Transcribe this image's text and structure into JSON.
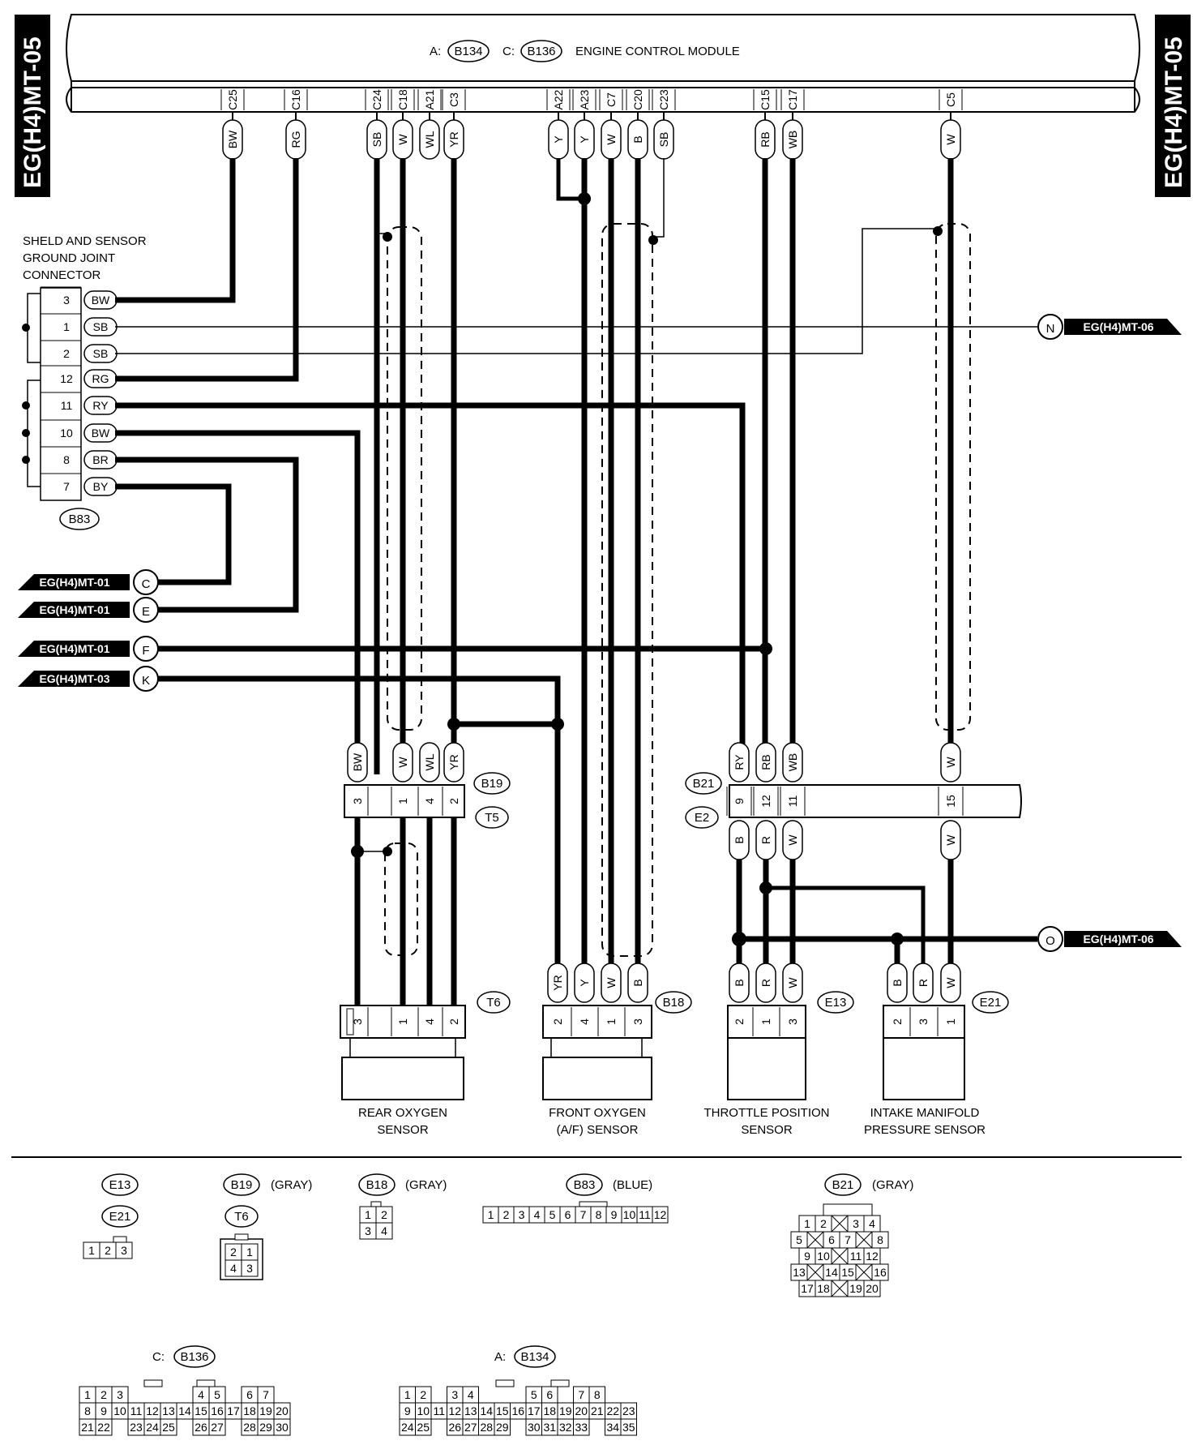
{
  "page_tabs": {
    "left": "EG(H4)MT-05",
    "right": "EG(H4)MT-05"
  },
  "ecm": {
    "a_prefix": "A:",
    "a_conn": "B134",
    "c_prefix": "C:",
    "c_conn": "B136",
    "title": "ENGINE CONTROL MODULE"
  },
  "ecm_pins": [
    {
      "pin": "C25",
      "wire": "BW"
    },
    {
      "pin": "C16",
      "wire": "RG"
    },
    {
      "pin": "C24",
      "wire": "SB"
    },
    {
      "pin": "C18",
      "wire": "W"
    },
    {
      "pin": "A21",
      "wire": "WL"
    },
    {
      "pin": "C3",
      "wire": "YR"
    },
    {
      "pin": "A22",
      "wire": "Y"
    },
    {
      "pin": "A23",
      "wire": "Y"
    },
    {
      "pin": "C7",
      "wire": "W"
    },
    {
      "pin": "C20",
      "wire": "B"
    },
    {
      "pin": "C23",
      "wire": "SB"
    },
    {
      "pin": "C15",
      "wire": "RB"
    },
    {
      "pin": "C17",
      "wire": "WB"
    },
    {
      "pin": "C5",
      "wire": "W"
    }
  ],
  "ground_joint": {
    "title_lines": [
      "SHELD AND SENSOR",
      "GROUND JOINT",
      "CONNECTOR"
    ],
    "conn": "B83",
    "pins": [
      {
        "pin": "3",
        "wire": "BW"
      },
      {
        "pin": "1",
        "wire": "SB"
      },
      {
        "pin": "2",
        "wire": "SB"
      },
      {
        "pin": "12",
        "wire": "RG"
      },
      {
        "pin": "11",
        "wire": "RY"
      },
      {
        "pin": "10",
        "wire": "BW"
      },
      {
        "pin": "8",
        "wire": "BR"
      },
      {
        "pin": "7",
        "wire": "BY"
      }
    ]
  },
  "refs": [
    {
      "name": "EG(H4)MT-01",
      "letter": "C"
    },
    {
      "name": "EG(H4)MT-01",
      "letter": "E"
    },
    {
      "name": "EG(H4)MT-01",
      "letter": "F"
    },
    {
      "name": "EG(H4)MT-03",
      "letter": "K"
    },
    {
      "name": "EG(H4)MT-06",
      "letter": "N"
    },
    {
      "name": "EG(H4)MT-06",
      "letter": "O"
    }
  ],
  "b19": {
    "conn_top": "B19",
    "conn_bottom": "T5",
    "wires": [
      "BW",
      "W",
      "WL",
      "YR"
    ],
    "pins": [
      "3",
      "",
      "1",
      "4",
      "2"
    ]
  },
  "t6": {
    "conn": "T6",
    "pins": [
      "3",
      "",
      "1",
      "4",
      "2"
    ]
  },
  "b18": {
    "conn": "B18",
    "wires": [
      "YR",
      "Y",
      "W",
      "B"
    ],
    "pins": [
      "2",
      "4",
      "1",
      "3"
    ]
  },
  "b21": {
    "conn_top": "B21",
    "conn_bottom": "E2",
    "wires_top": [
      "RY",
      "RB",
      "WB",
      "W"
    ],
    "pins": [
      "9",
      "12",
      "11",
      "15"
    ],
    "wires_bottom": [
      "B",
      "R",
      "W",
      "W"
    ]
  },
  "e13": {
    "conn": "E13",
    "wires": [
      "B",
      "R",
      "W"
    ],
    "pins": [
      "2",
      "1",
      "3"
    ]
  },
  "e21": {
    "conn": "E21",
    "wires": [
      "B",
      "R",
      "W"
    ],
    "pins": [
      "2",
      "3",
      "1"
    ]
  },
  "sensors": {
    "rear": [
      "REAR OXYGEN",
      "SENSOR"
    ],
    "front": [
      "FRONT OXYGEN",
      "(A/F) SENSOR"
    ],
    "throttle": [
      "THROTTLE POSITION",
      "SENSOR"
    ],
    "intake": [
      "INTAKE MANIFOLD",
      "PRESSURE SENSOR"
    ]
  },
  "faces": {
    "e13": "E13",
    "e21": "E21",
    "b19": "B19",
    "b19_color": "(GRAY)",
    "t6": "T6",
    "b18": "B18",
    "b18_color": "(GRAY)",
    "b83": "B83",
    "b83_color": "(BLUE)",
    "b21": "B21",
    "b21_color": "(GRAY)",
    "c_prefix": "C:",
    "b136": "B136",
    "a_prefix": "A:",
    "b134": "B134"
  },
  "face_pins": {
    "e13": [
      "1",
      "2",
      "3"
    ],
    "b19_top": [
      "2",
      "1"
    ],
    "b19_bottom": [
      "4",
      "3"
    ],
    "b18_top": [
      "1",
      "2"
    ],
    "b18_bottom": [
      "3",
      "4"
    ],
    "b83": [
      "1",
      "2",
      "3",
      "4",
      "5",
      "6",
      "7",
      "8",
      "9",
      "10",
      "11",
      "12"
    ],
    "b21_r1": [
      "1",
      "2",
      "",
      "3",
      "4"
    ],
    "b21_r2": [
      "5",
      "",
      "6",
      "7",
      "",
      "8"
    ],
    "b21_r3": [
      "9",
      "10",
      "",
      "11",
      "12"
    ],
    "b21_r4": [
      "13",
      "",
      "14",
      "15",
      "",
      "16"
    ],
    "b21_r5": [
      "17",
      "18",
      "",
      "19",
      "20"
    ],
    "b136_r1": [
      "1",
      "2",
      "3",
      "",
      "",
      "",
      "",
      "4",
      "5",
      "",
      "6",
      "7"
    ],
    "b136_r2": [
      "8",
      "9",
      "10",
      "11",
      "12",
      "13",
      "14",
      "15",
      "16",
      "17",
      "18",
      "19",
      "20"
    ],
    "b136_r3": [
      "21",
      "22",
      "",
      "23",
      "24",
      "25",
      "",
      "26",
      "27",
      "",
      "28",
      "29",
      "30"
    ],
    "b134_r1": [
      "1",
      "2",
      "",
      "3",
      "4",
      "",
      "",
      "",
      "5",
      "6",
      "",
      "7",
      "8"
    ],
    "b134_r2": [
      "9",
      "10",
      "11",
      "12",
      "13",
      "14",
      "15",
      "16",
      "17",
      "18",
      "19",
      "20",
      "21",
      "22",
      "23"
    ],
    "b134_r3": [
      "24",
      "25",
      "",
      "26",
      "27",
      "28",
      "29",
      "",
      "30",
      "31",
      "32",
      "33",
      "",
      "34",
      "35"
    ]
  }
}
